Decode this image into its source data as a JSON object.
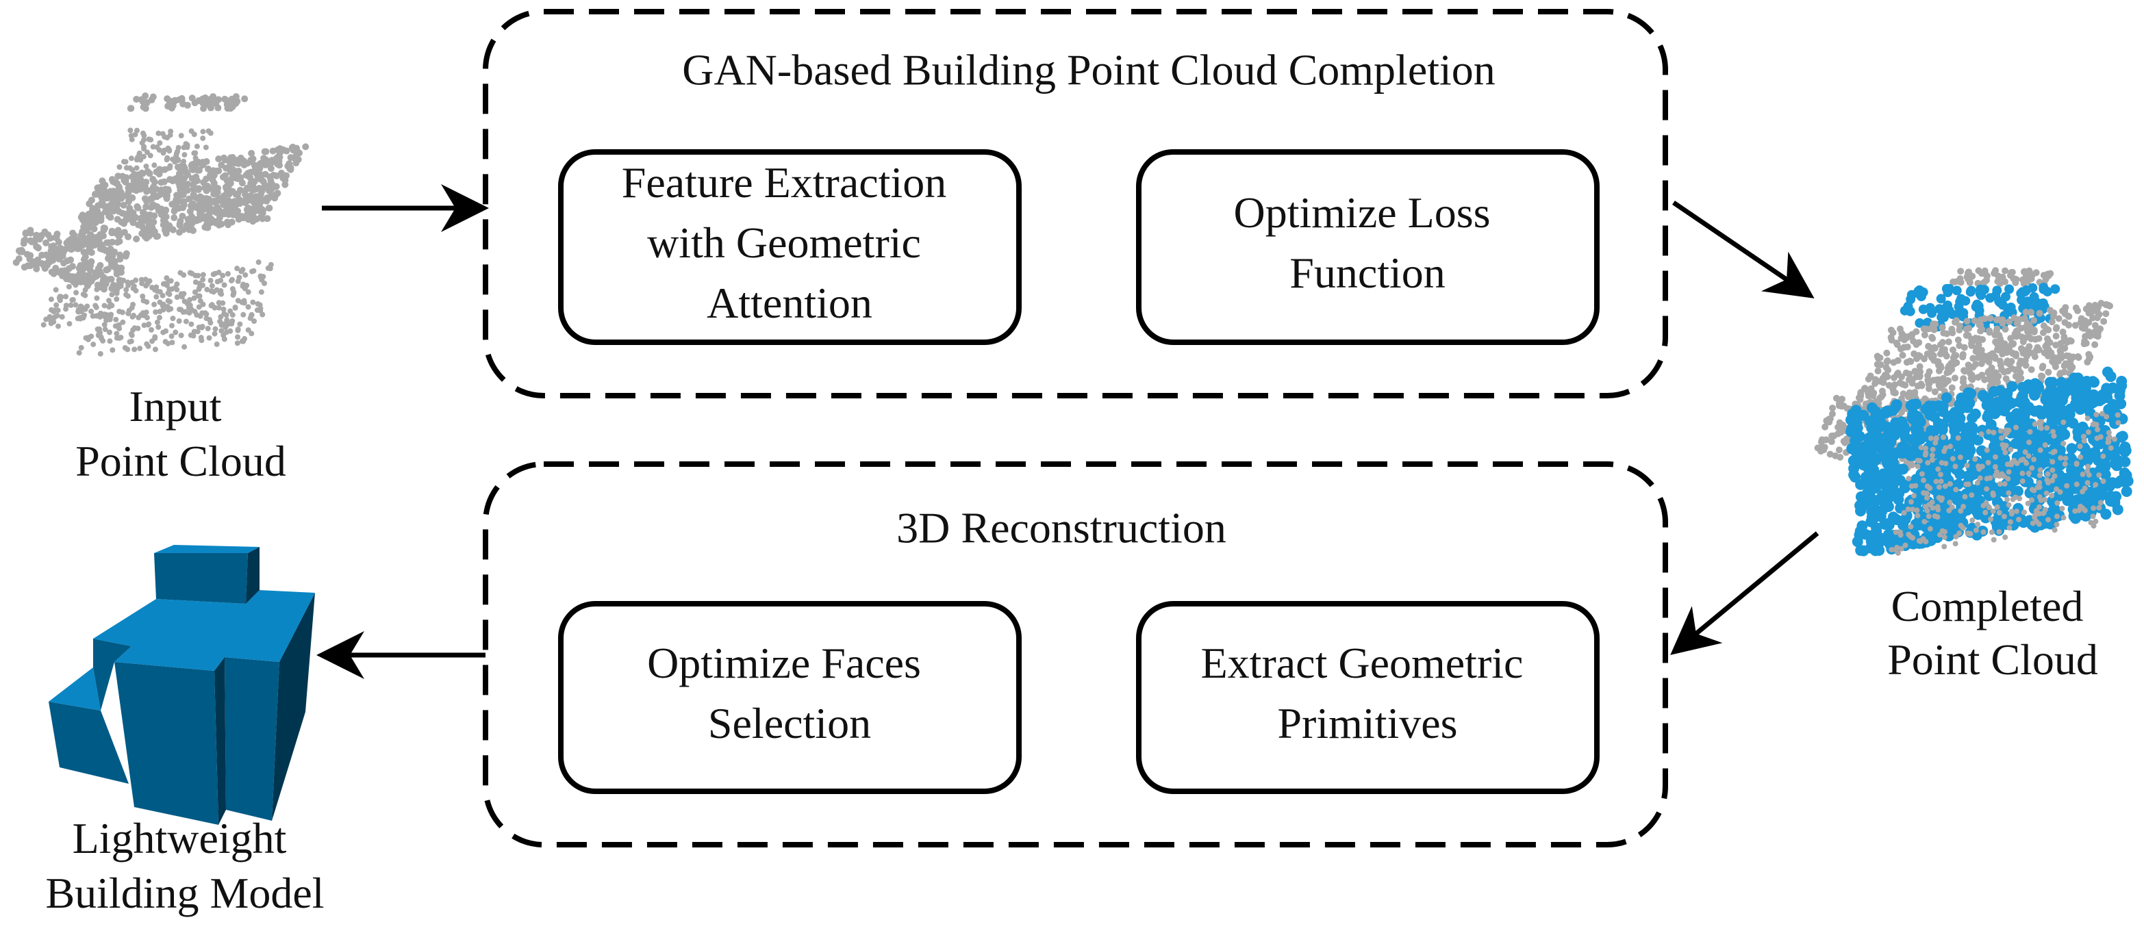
{
  "stages": {
    "completion": {
      "title": "GAN-based Building Point Cloud Completion",
      "steps": [
        {
          "lines": [
            "Feature Extraction",
            "with Geometric",
            "Attention"
          ]
        },
        {
          "lines": [
            "Optimize Loss",
            "Function"
          ]
        }
      ]
    },
    "reconstruction": {
      "title": "3D Reconstruction",
      "steps": [
        {
          "lines": [
            "Optimize Faces",
            "Selection"
          ]
        },
        {
          "lines": [
            "Extract Geometric",
            "Primitives"
          ]
        }
      ]
    }
  },
  "artifacts": {
    "input": {
      "lines": [
        "Input",
        "Point Cloud"
      ],
      "icon": "gray-point-cloud"
    },
    "completed": {
      "lines": [
        "Completed",
        "Point Cloud"
      ],
      "icon": "gray-and-blue-point-cloud"
    },
    "model": {
      "lines": [
        "Lightweight",
        "Building Model"
      ],
      "icon": "blue-3d-building"
    }
  },
  "colors": {
    "original_points": "#a8a8a8",
    "completed_points": "#1a98d8",
    "model_top": "#0a86c4",
    "model_front": "#005a86",
    "model_side": "#003550",
    "stroke": "#000000"
  }
}
